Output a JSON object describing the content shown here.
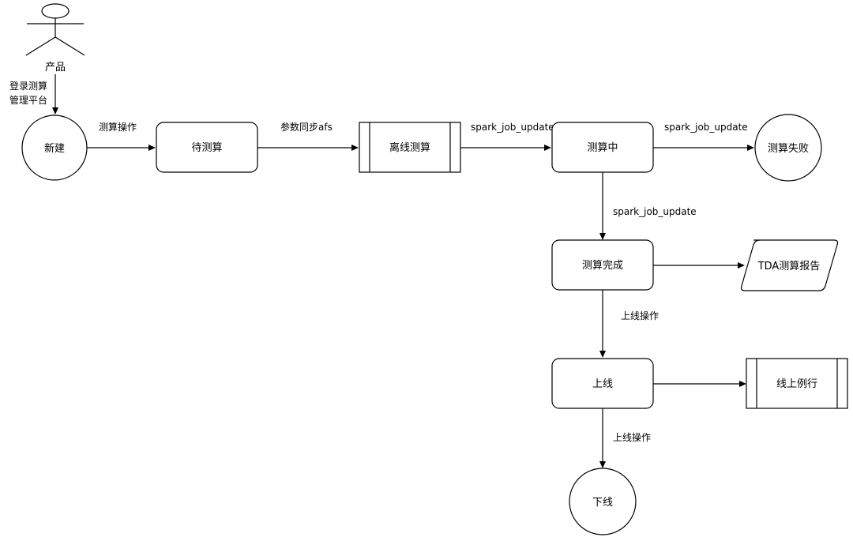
{
  "actor": {
    "label": "产品"
  },
  "nodes": {
    "new": "新建",
    "pending": "待测算",
    "offline_calc": "离线测算",
    "calculating": "测算中",
    "calc_failed": "测算失败",
    "calc_done": "测算完成",
    "tda_report": "TDA测算报告",
    "online": "上线",
    "online_routine": "线上例行",
    "offline": "下线"
  },
  "edges": {
    "actor_to_new": [
      "登录测算",
      "管理平台"
    ],
    "new_to_pending": "测算操作",
    "pending_to_offline_calc": "参数同步afs",
    "offline_calc_to_calculating": "spark_job_update",
    "calculating_to_failed": "spark_job_update",
    "calculating_to_done": "spark_job_update",
    "done_to_online": "上线操作",
    "online_to_offline": "上线操作"
  }
}
